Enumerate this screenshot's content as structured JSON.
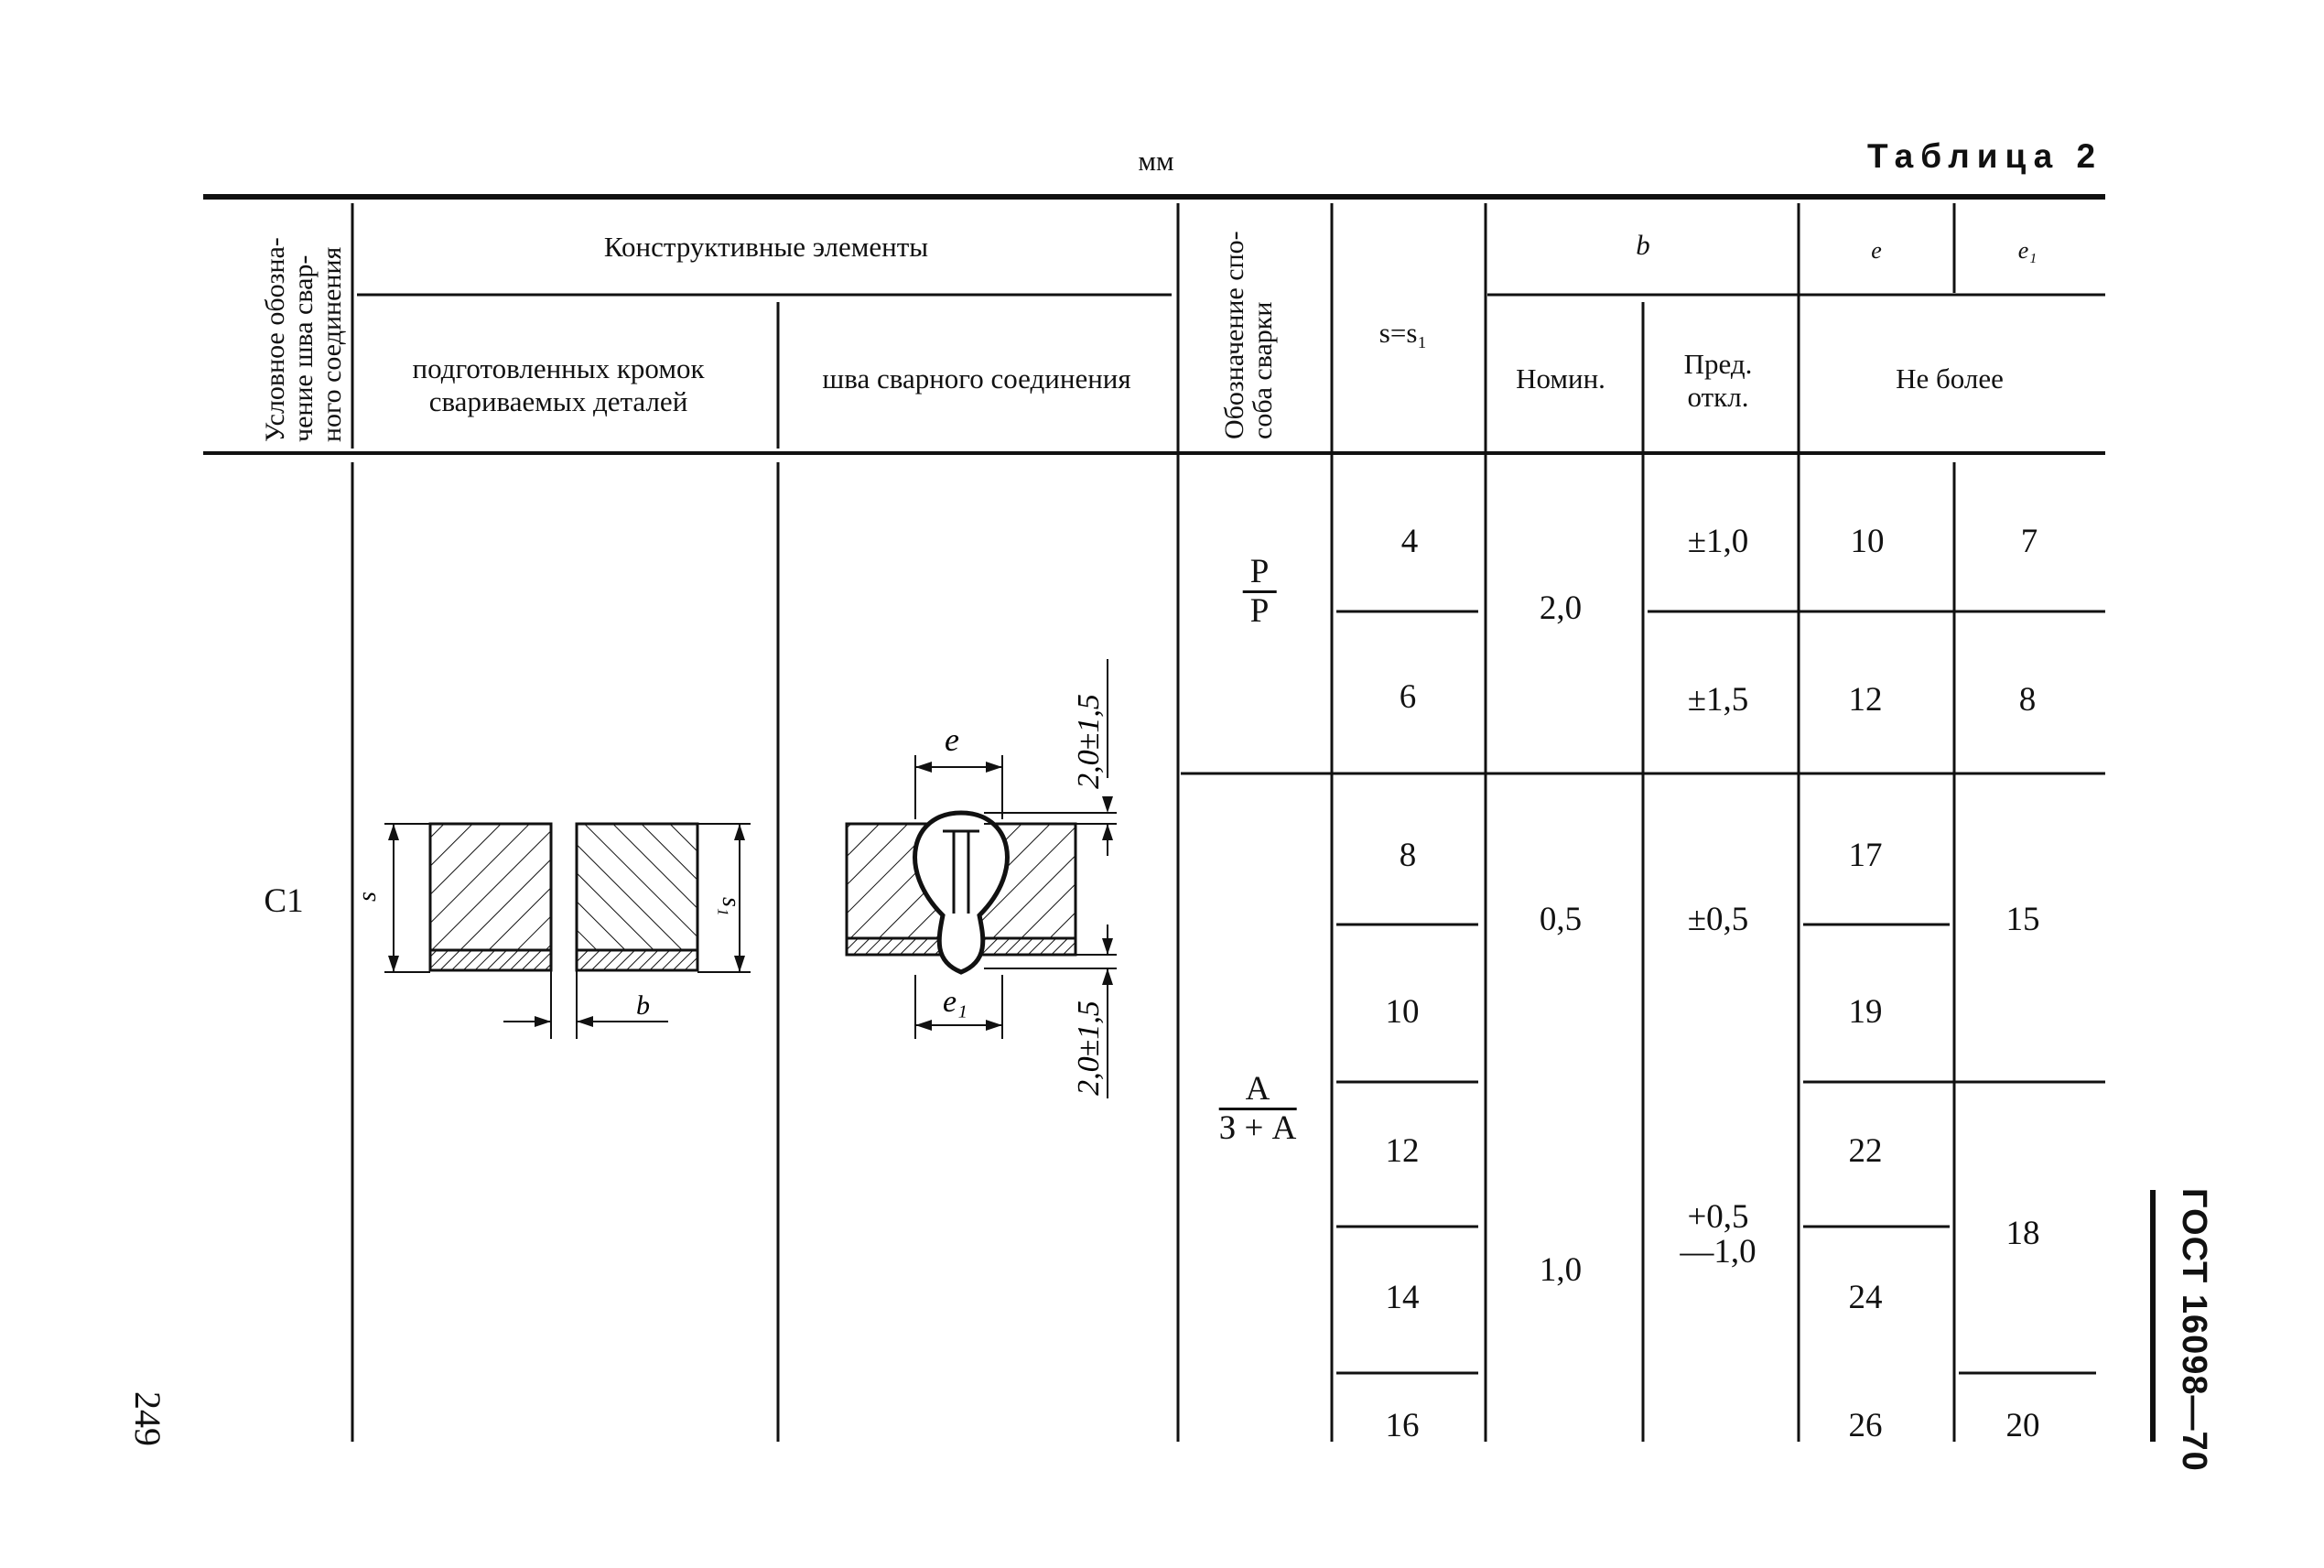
{
  "unit": "мм",
  "table_title": "Таблица 2",
  "page_number": "249",
  "standard": "ГОСТ 16098—70",
  "headers": {
    "designation": [
      "Условное обозна-",
      "чение шва свар-",
      "ного соединения"
    ],
    "elements": "Конструктивные элементы",
    "prepared_edges": [
      "подготовленных кромок",
      "свариваемых деталей"
    ],
    "weld": "шва сварного соединения",
    "method": [
      "Обозначение спо-",
      "соба сварки"
    ],
    "thickness": "s=s₁",
    "b": "b",
    "e": "e",
    "e1": "e₁",
    "nominal": "Номин.",
    "deviation": [
      "Пред.",
      "откл."
    ],
    "max": "Не более"
  },
  "joint_code": "C1",
  "methods": [
    {
      "top": "Р",
      "bottom": "Р"
    },
    {
      "top": "А",
      "bottom": "З + А"
    }
  ],
  "rows": [
    {
      "s": "4",
      "e": "10"
    },
    {
      "s": "6",
      "e": "12"
    },
    {
      "s": "8",
      "e": "17"
    },
    {
      "s": "10",
      "e": "19"
    },
    {
      "s": "12",
      "e": "22"
    },
    {
      "s": "14",
      "e": "24"
    },
    {
      "s": "16",
      "e": "26"
    }
  ],
  "b_nominal": [
    "2,0",
    "0,5",
    "1,0"
  ],
  "b_deviation": [
    "±1,0",
    "±1,5",
    "±0,5",
    "+0,5",
    "—1,0"
  ],
  "e1_values": [
    "7",
    "8",
    "15",
    "18",
    "20"
  ],
  "drawing": {
    "s_label": "s",
    "s1_label": "s₁",
    "b_label": "b",
    "e_label": "e",
    "e1_label": "e₁",
    "tol_top": "2,0±1,5",
    "tol_bottom": "2,0±1,5"
  }
}
